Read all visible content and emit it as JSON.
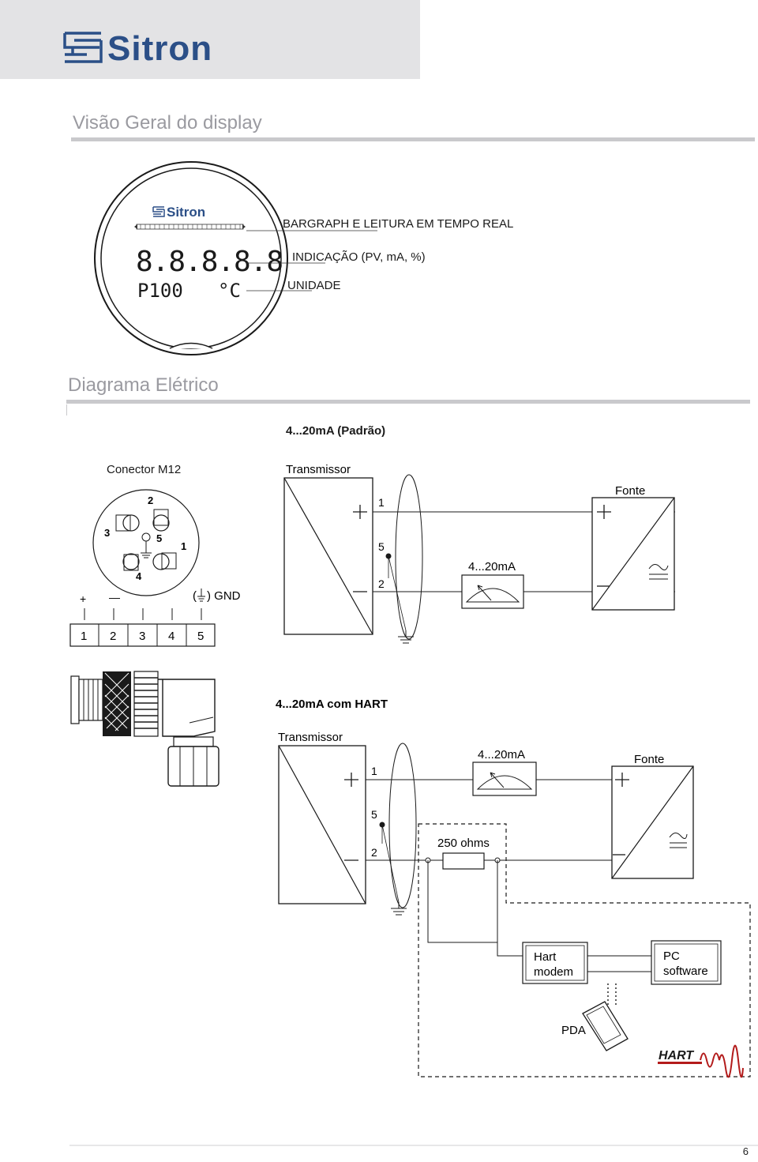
{
  "header": {
    "logo_text": "Sitron"
  },
  "display_section": {
    "title": "Visão Geral do display",
    "lcd_logo_text": "Sitron",
    "lcd_digits": "8.8.8.8.8",
    "lcd_tag": "P100",
    "lcd_unit": "°C",
    "callouts": [
      "BARGRAPH E LEITURA EM TEMPO REAL",
      "INDICAÇÃO (PV, mA, %)",
      "UNIDADE"
    ]
  },
  "electrical_section": {
    "title": "Diagrama Elétrico",
    "diagram1": {
      "title": "4...20mA (Padrão)",
      "connector_label": "Conector M12",
      "connector_pins": [
        "1",
        "2",
        "3",
        "4",
        "5"
      ],
      "terminal_labels": [
        "1",
        "2",
        "3",
        "4",
        "5"
      ],
      "plus_sign": "+",
      "minus_sign": "—",
      "gnd_label": ") GND",
      "gnd_paren": "(",
      "transmitter_label": "Transmissor",
      "wire_labels": [
        "1",
        "5",
        "2"
      ],
      "meter_label": "4...20mA",
      "supply_label": "Fonte"
    },
    "diagram2": {
      "title": "4...20mA com HART",
      "transmitter_label": "Transmissor",
      "wire_labels": [
        "1",
        "5",
        "2"
      ],
      "meter_label": "4...20mA",
      "supply_label": "Fonte",
      "resistor_label": "250 ohms",
      "modem_label": [
        "Hart",
        "modem"
      ],
      "pc_label": [
        "PC",
        "software"
      ],
      "pda_label": "PDA",
      "hart_logo_text": "HART"
    }
  },
  "footer": {
    "page_number": "6"
  },
  "colors": {
    "brand_blue": "#2b4f87",
    "title_gray": "#9a9aa0",
    "rule_gray": "#c9c9cc"
  }
}
